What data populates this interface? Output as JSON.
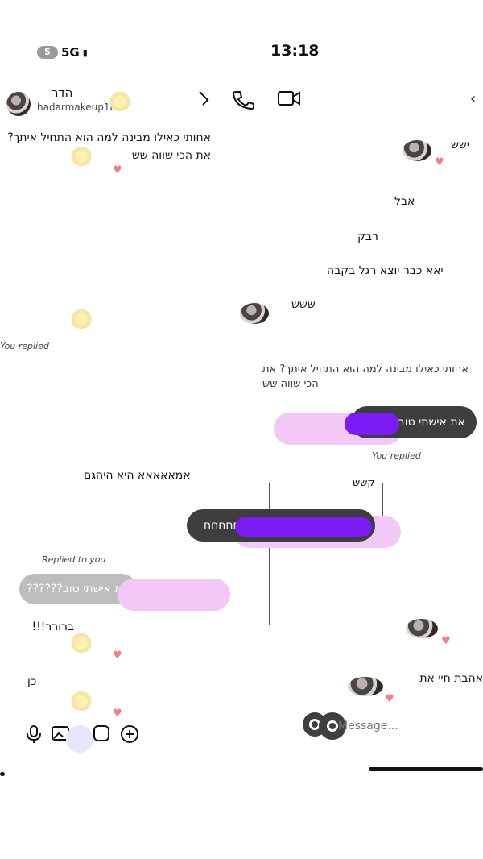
{
  "status": {
    "time": "13:18",
    "network": "5G",
    "net_badge": "5"
  },
  "header": {
    "name": "הדר",
    "username": "hadarmakeup18"
  },
  "messages": {
    "incoming_long": "אחותי כאילו מבינה למה הוא התחיל איתך? את הכי שווה שש",
    "right_name_line": "ישש",
    "aval": "אבל",
    "rabak": "רבק",
    "yaa": "יאא כבר יוצא רגל בקבה",
    "shesh": "ששש",
    "you_replied_1": "You replied",
    "quoted_reply": "אחותי כאילו מבינה למה הוא התחיל איתך? את הכי שווה שש",
    "bubble_1": "את אישתי טוב??????",
    "you_replied_2": "You replied",
    "aaa": "אמאאאאא היא היהגם",
    "kshesh": "קשש",
    "bubble_2": "חחחחחחחחחחחחחחחחחחחחח",
    "replied_to_you": "Replied to you",
    "bubble_3": "את אישתי טוב??????",
    "baruch": "ברורר!!!",
    "final_msg": "אהבת חיי את",
    "small_reply": "כן"
  },
  "composer": {
    "placeholder": "Message..."
  },
  "colors": {
    "purple": "#7b1cf5",
    "dark_bubble": "#3e3e3e",
    "pink": "#f2c8f7"
  }
}
